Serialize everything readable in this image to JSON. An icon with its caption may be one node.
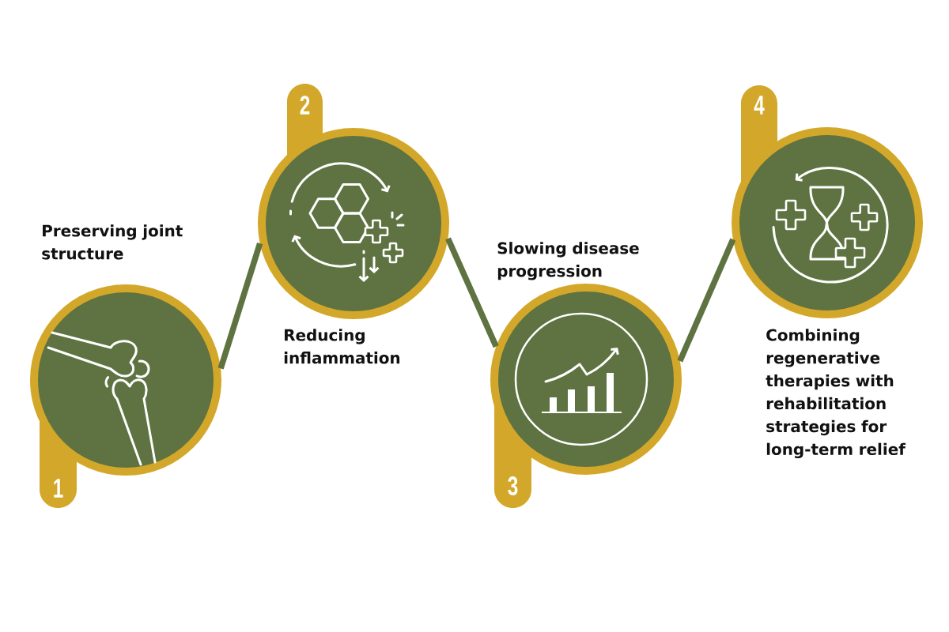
{
  "diagram": {
    "nodes": [
      {
        "text": [
          "1"
        ],
        "beside": [
          "Preserving joint structure"
        ]
      },
      {
        "text": [
          "2"
        ],
        "beside": [
          "Reducing inflammation"
        ]
      },
      {
        "text": [
          "3"
        ],
        "beside": [
          "Slowing disease progression"
        ]
      },
      {
        "text": [
          "4"
        ],
        "beside": [
          "Combining regenerative therapies with rehabilitation strategies for long-term relief"
        ]
      }
    ],
    "edges": [
      {
        "from": 0,
        "to": 1,
        "arrow": "none"
      },
      {
        "from": 1,
        "to": 2,
        "arrow": "none"
      },
      {
        "from": 2,
        "to": 3,
        "arrow": "none"
      }
    ]
  }
}
